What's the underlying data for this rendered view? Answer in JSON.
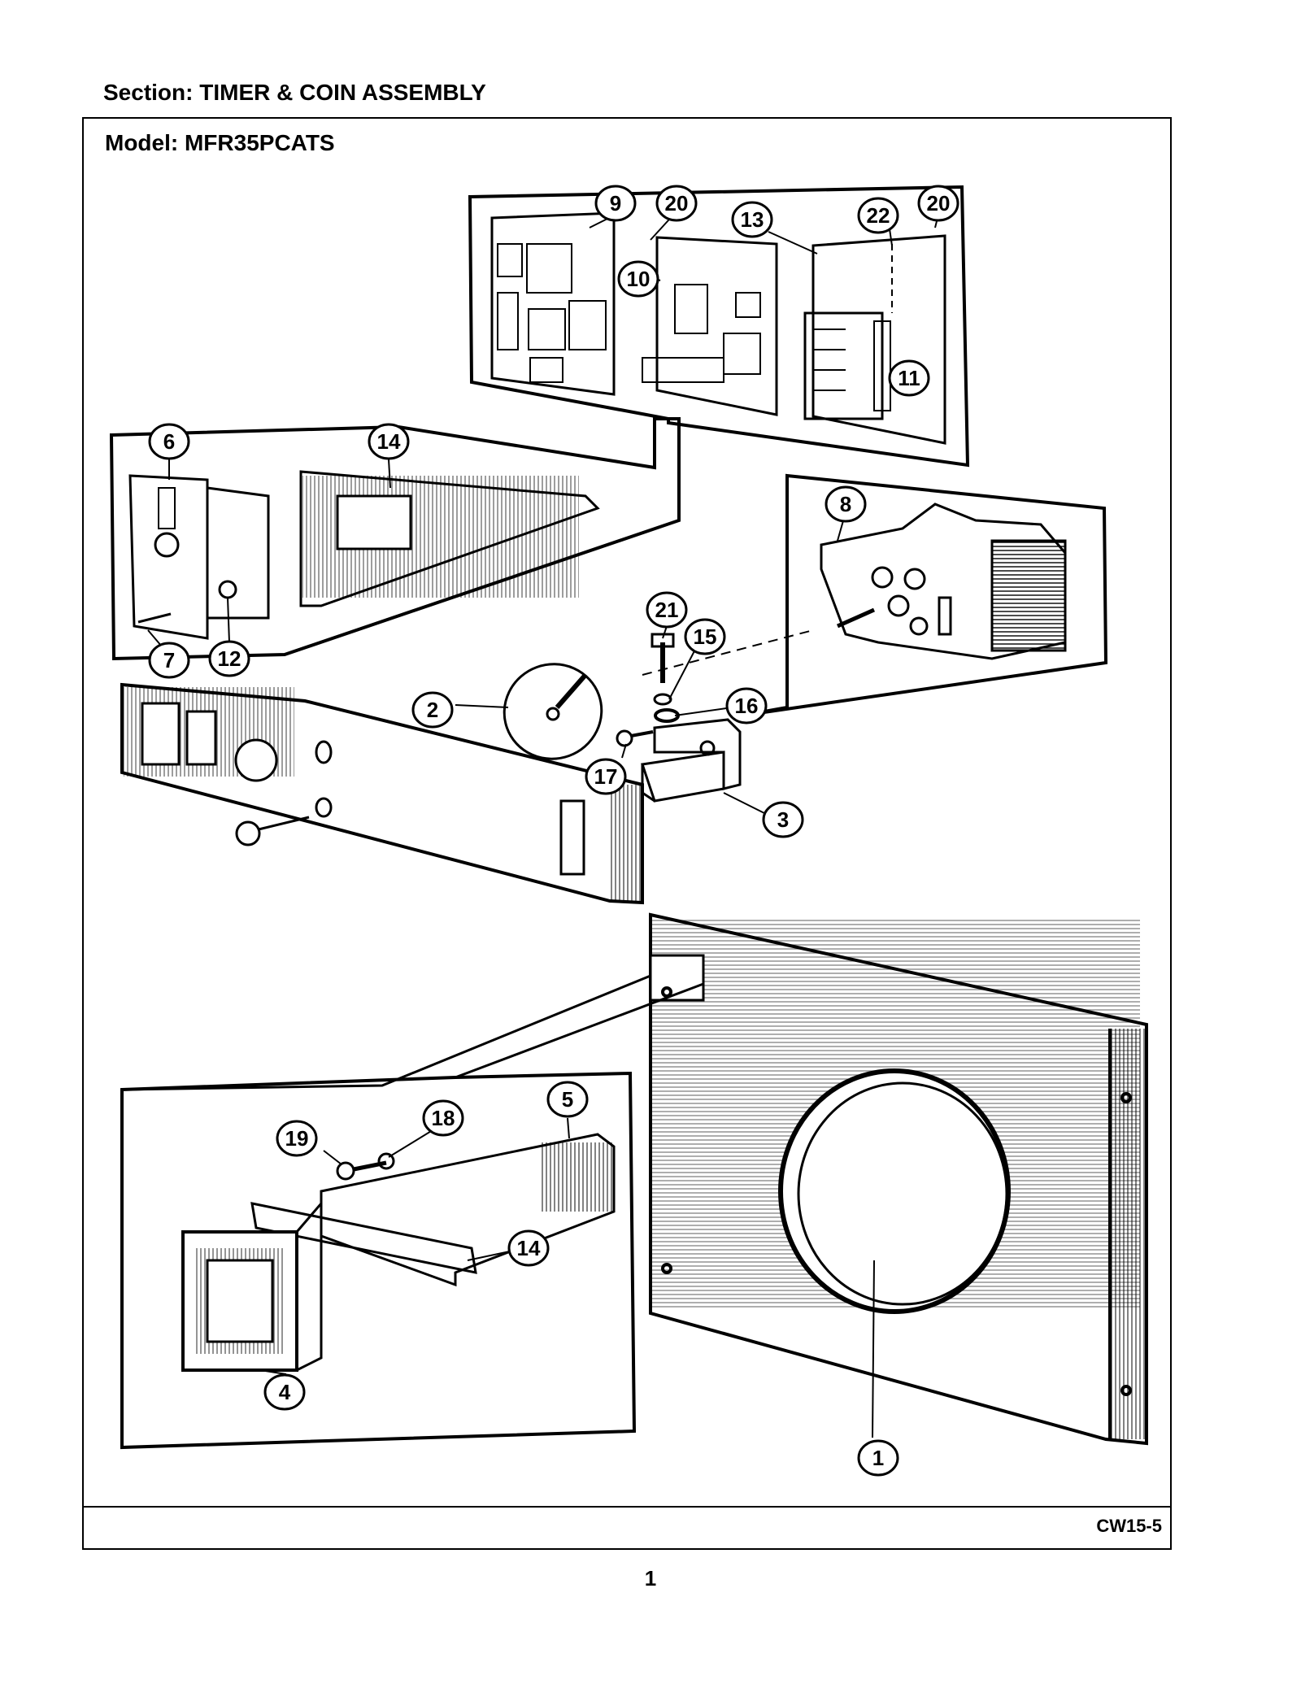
{
  "header": {
    "section": "Section:  TIMER & COIN ASSEMBLY"
  },
  "frame": {
    "model": "Model:  MFR35PCATS",
    "code": "CW15-5"
  },
  "page": {
    "number": "1"
  },
  "callouts": [
    "1",
    "2",
    "3",
    "4",
    "5",
    "6",
    "7",
    "8",
    "9",
    "10",
    "11",
    "12",
    "13",
    "14",
    "14",
    "15",
    "16",
    "17",
    "18",
    "19",
    "20",
    "20",
    "21",
    "22"
  ]
}
